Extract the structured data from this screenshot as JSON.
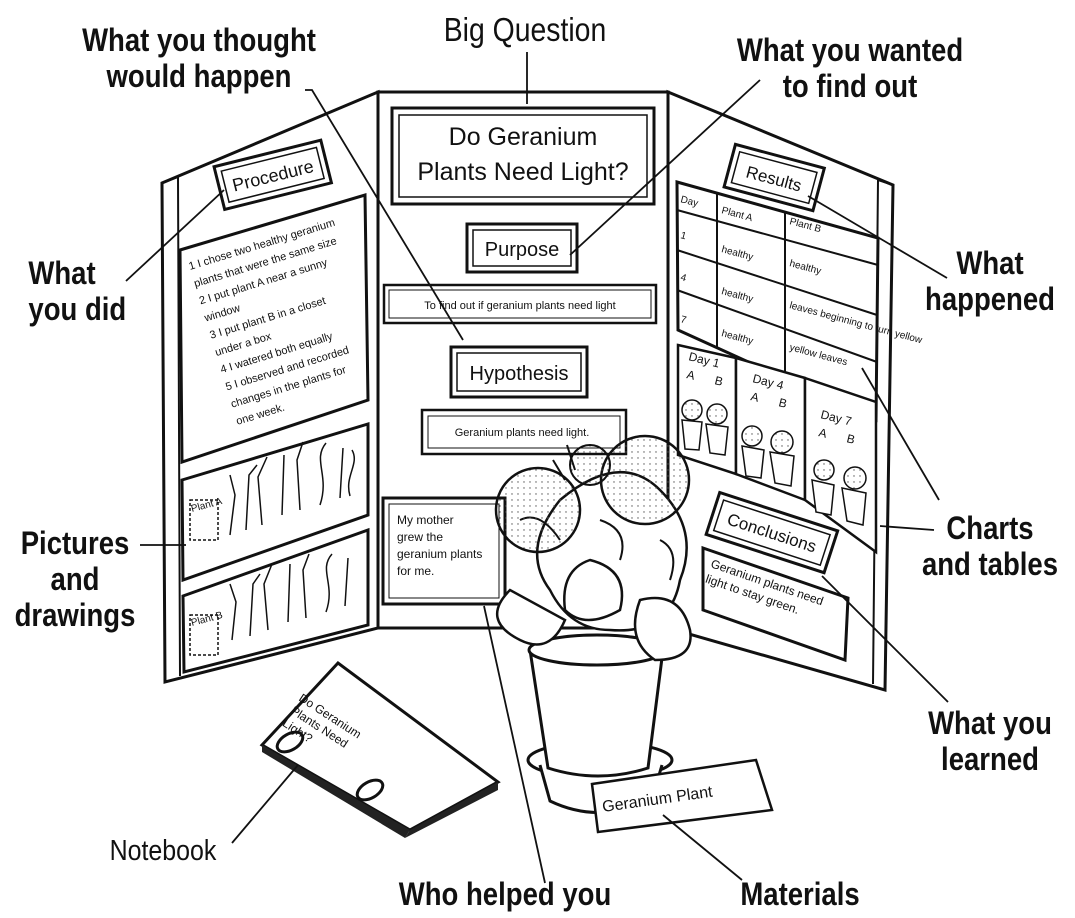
{
  "callouts": {
    "big_question": "Big Question",
    "what_you_thought": "What you thought\nwould happen",
    "what_you_wanted": "What you wanted\nto find out",
    "what_you_did": "What\nyou did",
    "what_happened": "What\nhappened",
    "pictures_drawings": "Pictures\nand\ndrawings",
    "charts_tables": "Charts\nand tables",
    "what_you_learned": "What you\nlearned",
    "notebook": "Notebook",
    "who_helped": "Who helped you",
    "materials": "Materials"
  },
  "board": {
    "title_line1": "Do Geranium",
    "title_line2": "Plants Need Light?",
    "purpose_heading": "Purpose",
    "purpose_text": "To find out if geranium plants need light",
    "hypothesis_heading": "Hypothesis",
    "hypothesis_text": "Geranium plants need light.",
    "helper_lines": [
      "My mother",
      "grew the",
      "geranium plants",
      "for me."
    ],
    "procedure_heading": "Procedure",
    "procedure_lines": [
      "1 I chose two healthy geranium",
      "plants that were the same size",
      "2 I put plant A near a sunny",
      "window",
      "3 I put plant B in a closet",
      "under a box",
      "4 I watered both equally",
      "5 I observed and recorded",
      "changes in the plants for",
      "one week."
    ],
    "drawing_label_a": "Plant A",
    "drawing_label_b": "Plant B",
    "results_heading": "Results",
    "results_table": {
      "headers": [
        "Day",
        "Plant A",
        "Plant B"
      ],
      "rows": [
        [
          "1",
          "healthy",
          "healthy"
        ],
        [
          "4",
          "healthy",
          "leaves beginning to turn yellow"
        ],
        [
          "7",
          "healthy",
          "yellow leaves"
        ]
      ]
    },
    "day_panels": [
      {
        "day": "Day 1",
        "a": "A",
        "b": "B"
      },
      {
        "day": "Day 4",
        "a": "A",
        "b": "B"
      },
      {
        "day": "Day 7",
        "a": "A",
        "b": "B"
      }
    ],
    "conclusions_heading": "Conclusions",
    "conclusions_lines": [
      "Geranium plants need",
      "light to stay green."
    ]
  },
  "notebook_cover": [
    "Do Geranium",
    "Plants Need",
    "Light?"
  ],
  "plant_tag": "Geranium Plant",
  "colors": {
    "ink": "#111111",
    "paper": "#ffffff"
  }
}
